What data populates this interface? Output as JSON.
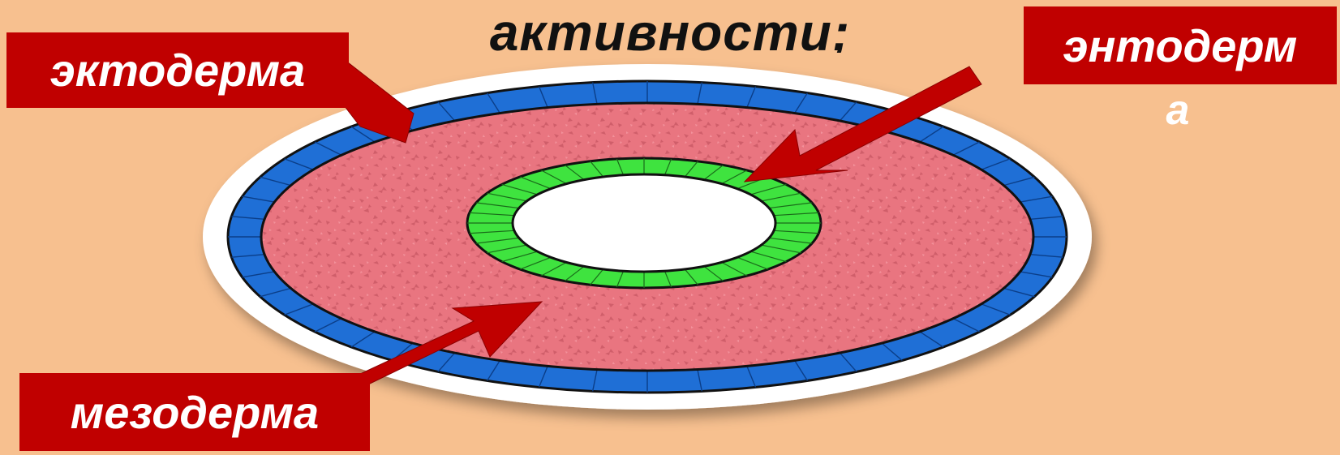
{
  "heading_fragment": "активности;",
  "labels": {
    "ectoderm": "эктодерма",
    "endoderm_line1": "энтодерм",
    "endoderm_line2": "а",
    "mesoderm": "мезодерма"
  },
  "colors": {
    "background": "#f7c08f",
    "label_bg": "#c00000",
    "ectoderm_layer": "#1f6fd6",
    "mesoderm_layer": "#e8707c",
    "endoderm_layer": "#3fe33f",
    "cavity": "#ffffff",
    "arrow": "#c00000"
  }
}
